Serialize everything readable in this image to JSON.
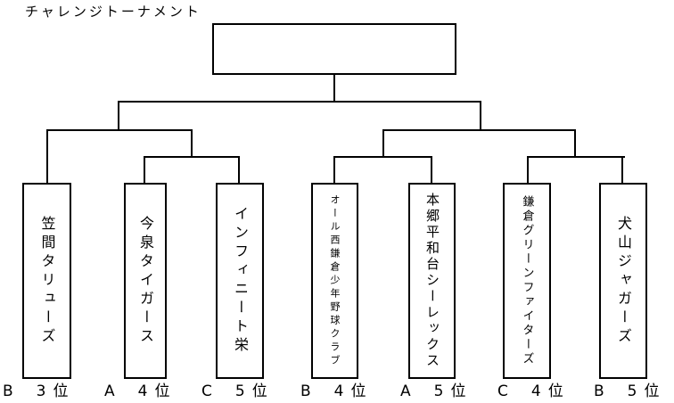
{
  "title": "チャレンジトーナメント",
  "champion_box": {
    "text": ""
  },
  "teams": [
    {
      "name": "笠間タリューズ",
      "group": "B",
      "rank": "3",
      "rank_suffix": "位"
    },
    {
      "name": "今泉タイガース",
      "group": "A",
      "rank": "4",
      "rank_suffix": "位"
    },
    {
      "name": "インフィニート栄",
      "group": "C",
      "rank": "5",
      "rank_suffix": "位"
    },
    {
      "name": "オール西鎌倉少年野球クラブ",
      "group": "B",
      "rank": "4",
      "rank_suffix": "位"
    },
    {
      "name": "本郷平和台シーレックス",
      "group": "A",
      "rank": "5",
      "rank_suffix": "位"
    },
    {
      "name": "鎌倉グリーンファイターズ",
      "group": "C",
      "rank": "4",
      "rank_suffix": "位"
    },
    {
      "name": "犬山ジャガーズ",
      "group": "B",
      "rank": "5",
      "rank_suffix": "位"
    }
  ],
  "colors": {
    "line": "#000000",
    "background": "#ffffff",
    "text": "#000000"
  }
}
